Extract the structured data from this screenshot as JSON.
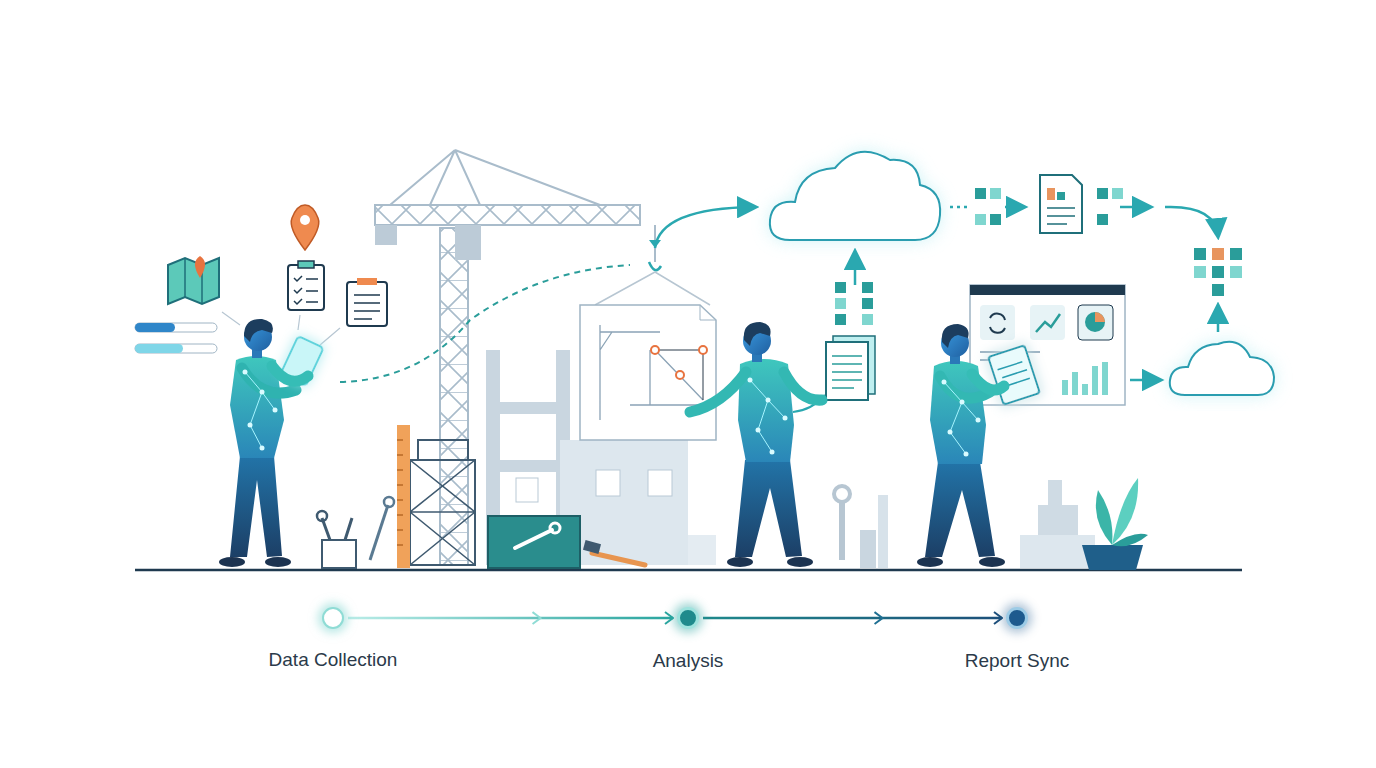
{
  "diagram": {
    "nodes": [
      {
        "text": [
          "Data Collection"
        ]
      },
      {
        "text": [
          "Analysis"
        ]
      },
      {
        "text": [
          "Report Sync"
        ]
      }
    ],
    "edges": [
      {
        "from": 0,
        "to": 1,
        "arrow": "to"
      },
      {
        "from": 1,
        "to": 2,
        "arrow": "to"
      }
    ]
  }
}
